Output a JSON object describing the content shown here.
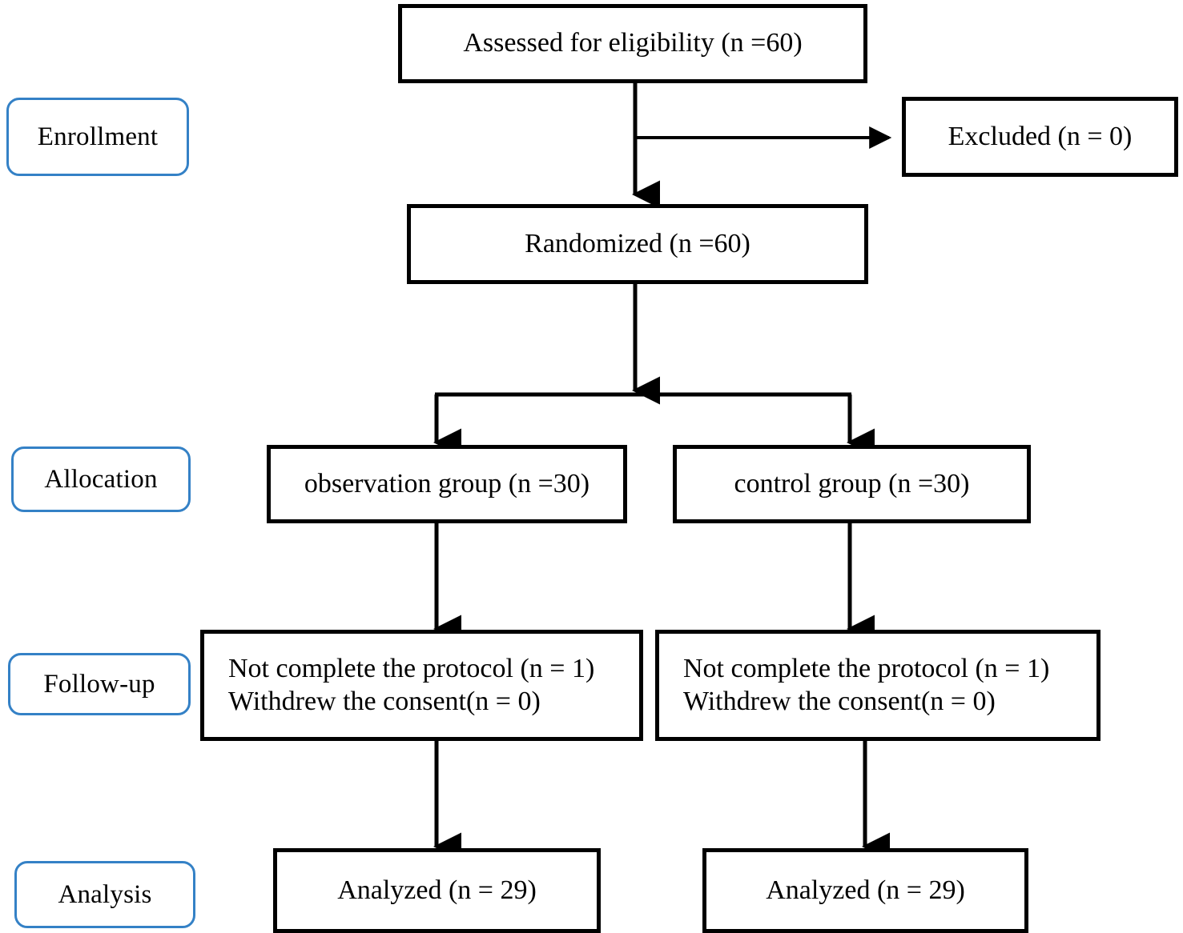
{
  "diagram": {
    "title": "CONSORT participant flow diagram",
    "type": "flowchart",
    "accent_color": "#3481C6",
    "line_color": "#000000",
    "background_color": "#FFFFFF"
  },
  "stages": [
    {
      "id": "enrollment",
      "label": "Enrollment"
    },
    {
      "id": "allocation",
      "label": "Allocation"
    },
    {
      "id": "followup",
      "label": "Follow-up"
    },
    {
      "id": "analysis",
      "label": "Analysis"
    }
  ],
  "nodes": {
    "assessed": {
      "label": "Assessed for eligibility (n =60)",
      "n": 60
    },
    "excluded": {
      "label": "Excluded (n = 0)",
      "n": 0
    },
    "randomized": {
      "label": "Randomized (n =60)",
      "n": 60
    },
    "observation_group": {
      "label": "observation group (n =30)",
      "n": 30
    },
    "control_group": {
      "label": "control group (n =30)",
      "n": 30
    },
    "followup_left": {
      "line1": "Not complete the protocol (n = 1)",
      "line2": "Withdrew the consent(n = 0)",
      "not_complete_n": 1,
      "withdrew_n": 0
    },
    "followup_right": {
      "line1": "Not complete the protocol (n = 1)",
      "line2": "Withdrew the consent(n = 0)",
      "not_complete_n": 1,
      "withdrew_n": 0
    },
    "analyzed_left": {
      "label": "Analyzed (n = 29)",
      "n": 29
    },
    "analyzed_right": {
      "label": "Analyzed (n = 29)",
      "n": 29
    }
  },
  "edges": [
    {
      "id": "assessed-to-randomized",
      "from": "assessed",
      "to": "randomized",
      "kind": "arrow-down"
    },
    {
      "id": "assessed-to-excluded",
      "from": "assessed",
      "to": "excluded",
      "kind": "arrow-right"
    },
    {
      "id": "randomized-split",
      "from": "randomized",
      "to": "allocation-bar",
      "kind": "arrow-down"
    },
    {
      "id": "bar-to-observation",
      "from": "allocation-bar",
      "to": "observation_group",
      "kind": "arrow-down"
    },
    {
      "id": "bar-to-control",
      "from": "allocation-bar",
      "to": "control_group",
      "kind": "arrow-down"
    },
    {
      "id": "observation-to-followup-left",
      "from": "observation_group",
      "to": "followup_left",
      "kind": "arrow-down"
    },
    {
      "id": "control-to-followup-right",
      "from": "control_group",
      "to": "followup_right",
      "kind": "arrow-down"
    },
    {
      "id": "followup-left-to-analyzed",
      "from": "followup_left",
      "to": "analyzed_left",
      "kind": "arrow-down"
    },
    {
      "id": "followup-right-to-analyzed",
      "from": "followup_right",
      "to": "analyzed_right",
      "kind": "arrow-down"
    }
  ]
}
